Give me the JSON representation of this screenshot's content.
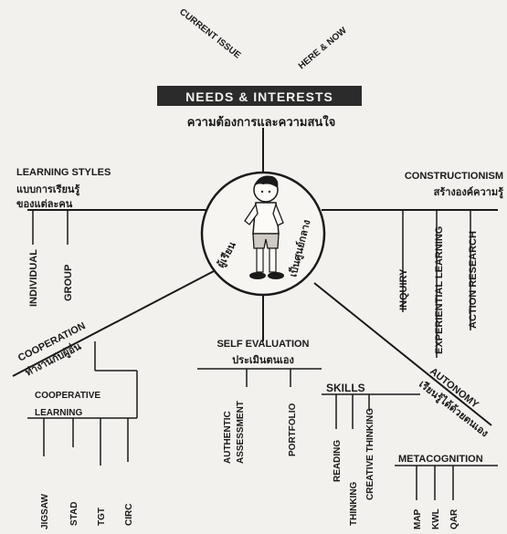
{
  "top": {
    "current_issue": "CURRENT ISSUE",
    "here_now": "HERE & NOW",
    "needs_title": "NEEDS & INTERESTS",
    "needs_thai": "ความต้องการและความสนใจ"
  },
  "center": {
    "learner_left": "ผู้เรียน",
    "learner_right": "เป็นศูนย์กลาง"
  },
  "learning_styles": {
    "title": "LEARNING STYLES",
    "thai_1": "แบบการเรียนรู้",
    "thai_2": "ของแต่ละคน",
    "individual": "INDIVIDUAL",
    "group": "GROUP"
  },
  "constructionism": {
    "title": "CONSTRUCTIONISM",
    "thai": "สร้างองค์ความรู้",
    "inquiry": "INQUIRY",
    "experiential": "EXPERIENTIAL LEARNING",
    "action_research": "ACTION RESEARCH"
  },
  "cooperation": {
    "title": "COOPERATION",
    "thai": "ทำงานกับผู้อื่น",
    "coop_learning_1": "COOPERATIVE",
    "coop_learning_2": "LEARNING",
    "items": [
      "JIGSAW",
      "STAD",
      "TGT",
      "CIRC"
    ]
  },
  "self_evaluation": {
    "title": "SELF EVALUATION",
    "thai": "ประเมินตนเอง",
    "authentic_1": "AUTHENTIC",
    "authentic_2": "ASSESSMENT",
    "portfolio": "PORTFOLIO"
  },
  "skills": {
    "title": "SKILLS",
    "items": [
      "READING",
      "THINKING",
      "CREATIVE THINKING"
    ]
  },
  "autonomy": {
    "title": "AUTONOMY",
    "thai": "เรียนรู้ได้ด้วยตนเอง"
  },
  "metacognition": {
    "title": "METACOGNITION",
    "items": [
      "MAP",
      "KWL",
      "QAR"
    ]
  }
}
